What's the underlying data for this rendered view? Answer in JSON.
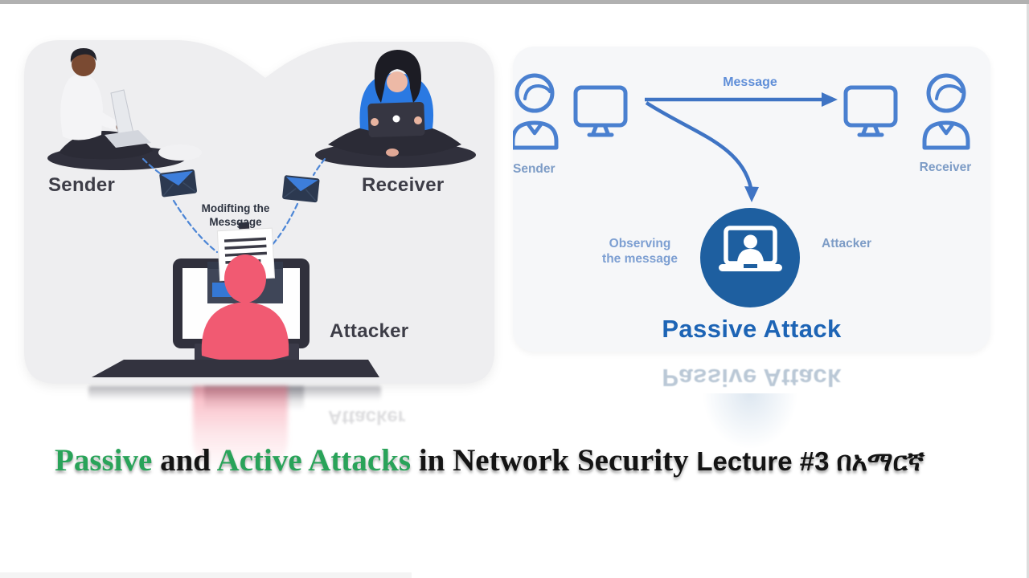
{
  "colors": {
    "accent_green": "#29a359",
    "diagram_line_blue": "#4a80d0",
    "arrow_blue": "#3f74c4",
    "attacker_circle_blue": "#1e5fa0",
    "passive_attack_text_blue": "#1d64b5",
    "attacker_pink": "#f15a72",
    "dark_navy": "#30303c",
    "left_panel_gray": "#eeeef0",
    "right_panel_gray": "#f6f7f9",
    "top_bar_gray": "#b1b1b1"
  },
  "left_diagram": {
    "sender_label": "Sender",
    "receiver_label": "Receiver",
    "attacker_label": "Attacker",
    "note_line1": "Modifting the",
    "note_line2": "Messgage"
  },
  "right_diagram": {
    "sender_label": "Sender",
    "receiver_label": "Receiver",
    "attacker_label": "Attacker",
    "message_label": "Message",
    "observing_line1": "Observing",
    "observing_line2": "the message",
    "caption": "Passive Attack"
  },
  "reflections": {
    "left_attacker_text": "Attacker",
    "right_caption_text": "Passive Attack"
  },
  "title": {
    "part1_green": "Passive",
    "part2_black": " and ",
    "part3_green": "Active Attacks",
    "part4_black": " in Network Security ",
    "part5_lecture": "Lecture #3 በአማርኛ"
  }
}
